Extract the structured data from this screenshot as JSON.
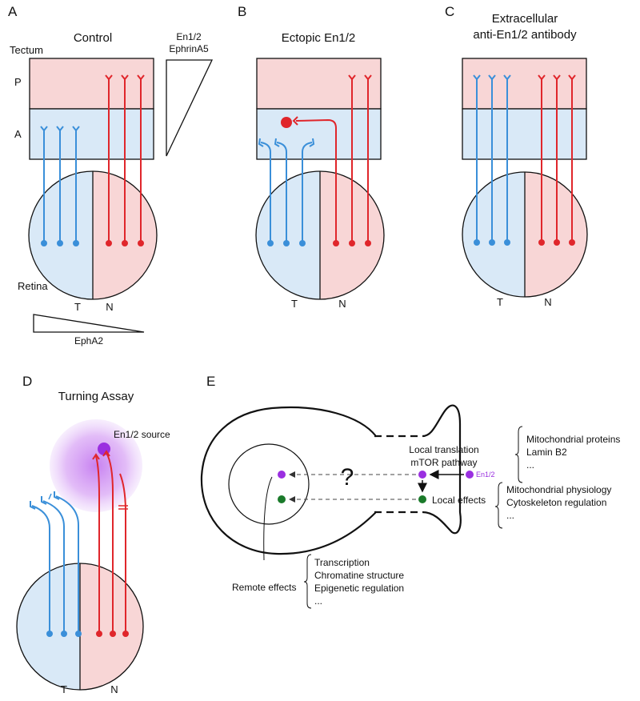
{
  "colors": {
    "blue": "#3a8fd9",
    "red": "#e0262b",
    "pink_fill": "#f8d6d6",
    "blue_fill": "#d9e9f7",
    "purple": "#9a2fe0",
    "green": "#1a7a2a",
    "text": "#111111"
  },
  "panelA": {
    "letter": "A",
    "title": "Control",
    "tectum": "Tectum",
    "p": "P",
    "a": "A",
    "gradient_label_1": "En1/2",
    "gradient_label_2": "EphrinA5",
    "retina": "Retina",
    "t": "T",
    "n": "N",
    "epha2": "EphA2"
  },
  "panelB": {
    "letter": "B",
    "title": "Ectopic En1/2",
    "t": "T",
    "n": "N"
  },
  "panelC": {
    "letter": "C",
    "title_1": "Extracellular",
    "title_2": "anti-En1/2 antibody",
    "t": "T",
    "n": "N"
  },
  "panelD": {
    "letter": "D",
    "title": "Turning Assay",
    "source": "En1/2 source",
    "t": "T",
    "n": "N"
  },
  "panelE": {
    "letter": "E",
    "question": "?",
    "local_translation": "Local translation",
    "mtor": "mTOR pathway",
    "en12": "En1/2",
    "local_effects": "Local effects",
    "remote_effects": "Remote effects",
    "translation_list": [
      "Mitochondrial proteins",
      "Lamin B2",
      "..."
    ],
    "local_list": [
      "Mitochondrial physiology",
      "Cytoskeleton regulation",
      "..."
    ],
    "remote_list": [
      "Transcription",
      "Chromatine structure",
      "Epigenetic regulation",
      "..."
    ]
  }
}
